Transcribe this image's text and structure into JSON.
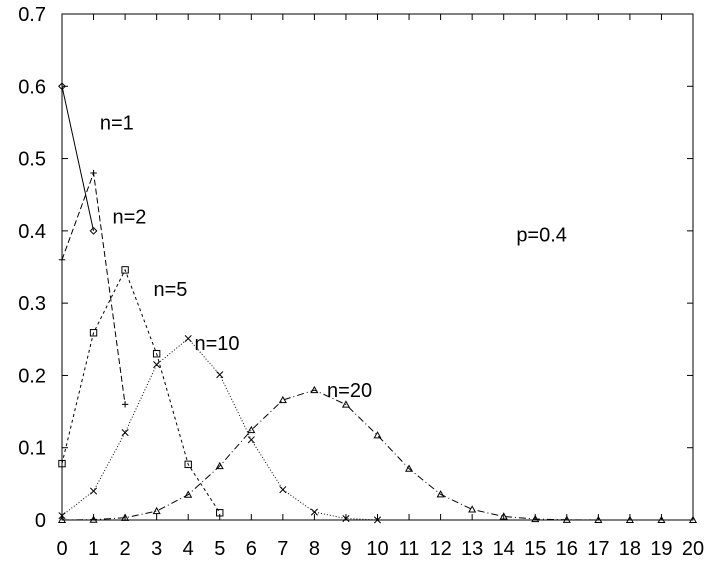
{
  "chart_data": {
    "type": "line",
    "title": "",
    "xlabel": "",
    "ylabel": "",
    "xlim": [
      0,
      20
    ],
    "ylim": [
      0,
      0.7
    ],
    "xticks": [
      "0",
      "1",
      "2",
      "3",
      "4",
      "5",
      "6",
      "7",
      "8",
      "9",
      "10",
      "11",
      "12",
      "13",
      "14",
      "15",
      "16",
      "17",
      "18",
      "19",
      "20"
    ],
    "yticks": [
      "0",
      "0.1",
      "0.2",
      "0.3",
      "0.4",
      "0.5",
      "0.6",
      "0.7"
    ],
    "grid": false,
    "legend": "none",
    "series": [
      {
        "name": "n=1",
        "marker": "diamond",
        "dash": "solid",
        "x": [
          0,
          1
        ],
        "y": [
          0.6,
          0.4
        ]
      },
      {
        "name": "n=2",
        "marker": "plus",
        "dash": "dashed",
        "x": [
          0,
          1,
          2
        ],
        "y": [
          0.36,
          0.48,
          0.16
        ]
      },
      {
        "name": "n=5",
        "marker": "square",
        "dash": "short-dashed",
        "x": [
          0,
          1,
          2,
          3,
          4,
          5
        ],
        "y": [
          0.078,
          0.259,
          0.346,
          0.23,
          0.077,
          0.01
        ]
      },
      {
        "name": "n=10",
        "marker": "cross",
        "dash": "dotted",
        "x": [
          0,
          1,
          2,
          3,
          4,
          5,
          6,
          7,
          8,
          9,
          10
        ],
        "y": [
          0.006,
          0.04,
          0.121,
          0.215,
          0.251,
          0.201,
          0.111,
          0.042,
          0.011,
          0.002,
          0.0001
        ]
      },
      {
        "name": "n=20",
        "marker": "triangle",
        "dash": "dash-dot",
        "x": [
          0,
          1,
          2,
          3,
          4,
          5,
          6,
          7,
          8,
          9,
          10,
          11,
          12,
          13,
          14,
          15,
          16,
          17,
          18,
          19,
          20
        ],
        "y": [
          4e-05,
          0.0005,
          0.0031,
          0.0123,
          0.035,
          0.0746,
          0.1244,
          0.1659,
          0.1797,
          0.1597,
          0.1171,
          0.071,
          0.0355,
          0.0146,
          0.0049,
          0.0013,
          0.0003,
          5e-05,
          1e-05,
          0.0,
          0.0
        ]
      }
    ],
    "annotations": [
      {
        "text": "n=1",
        "x": 1.2,
        "y": 0.54
      },
      {
        "text": "n=2",
        "x": 1.6,
        "y": 0.41
      },
      {
        "text": "n=5",
        "x": 2.9,
        "y": 0.31
      },
      {
        "text": "n=10",
        "x": 4.2,
        "y": 0.235
      },
      {
        "text": "n=20",
        "x": 8.4,
        "y": 0.17
      },
      {
        "text": "p=0.4",
        "x": 14.4,
        "y": 0.385
      }
    ]
  }
}
